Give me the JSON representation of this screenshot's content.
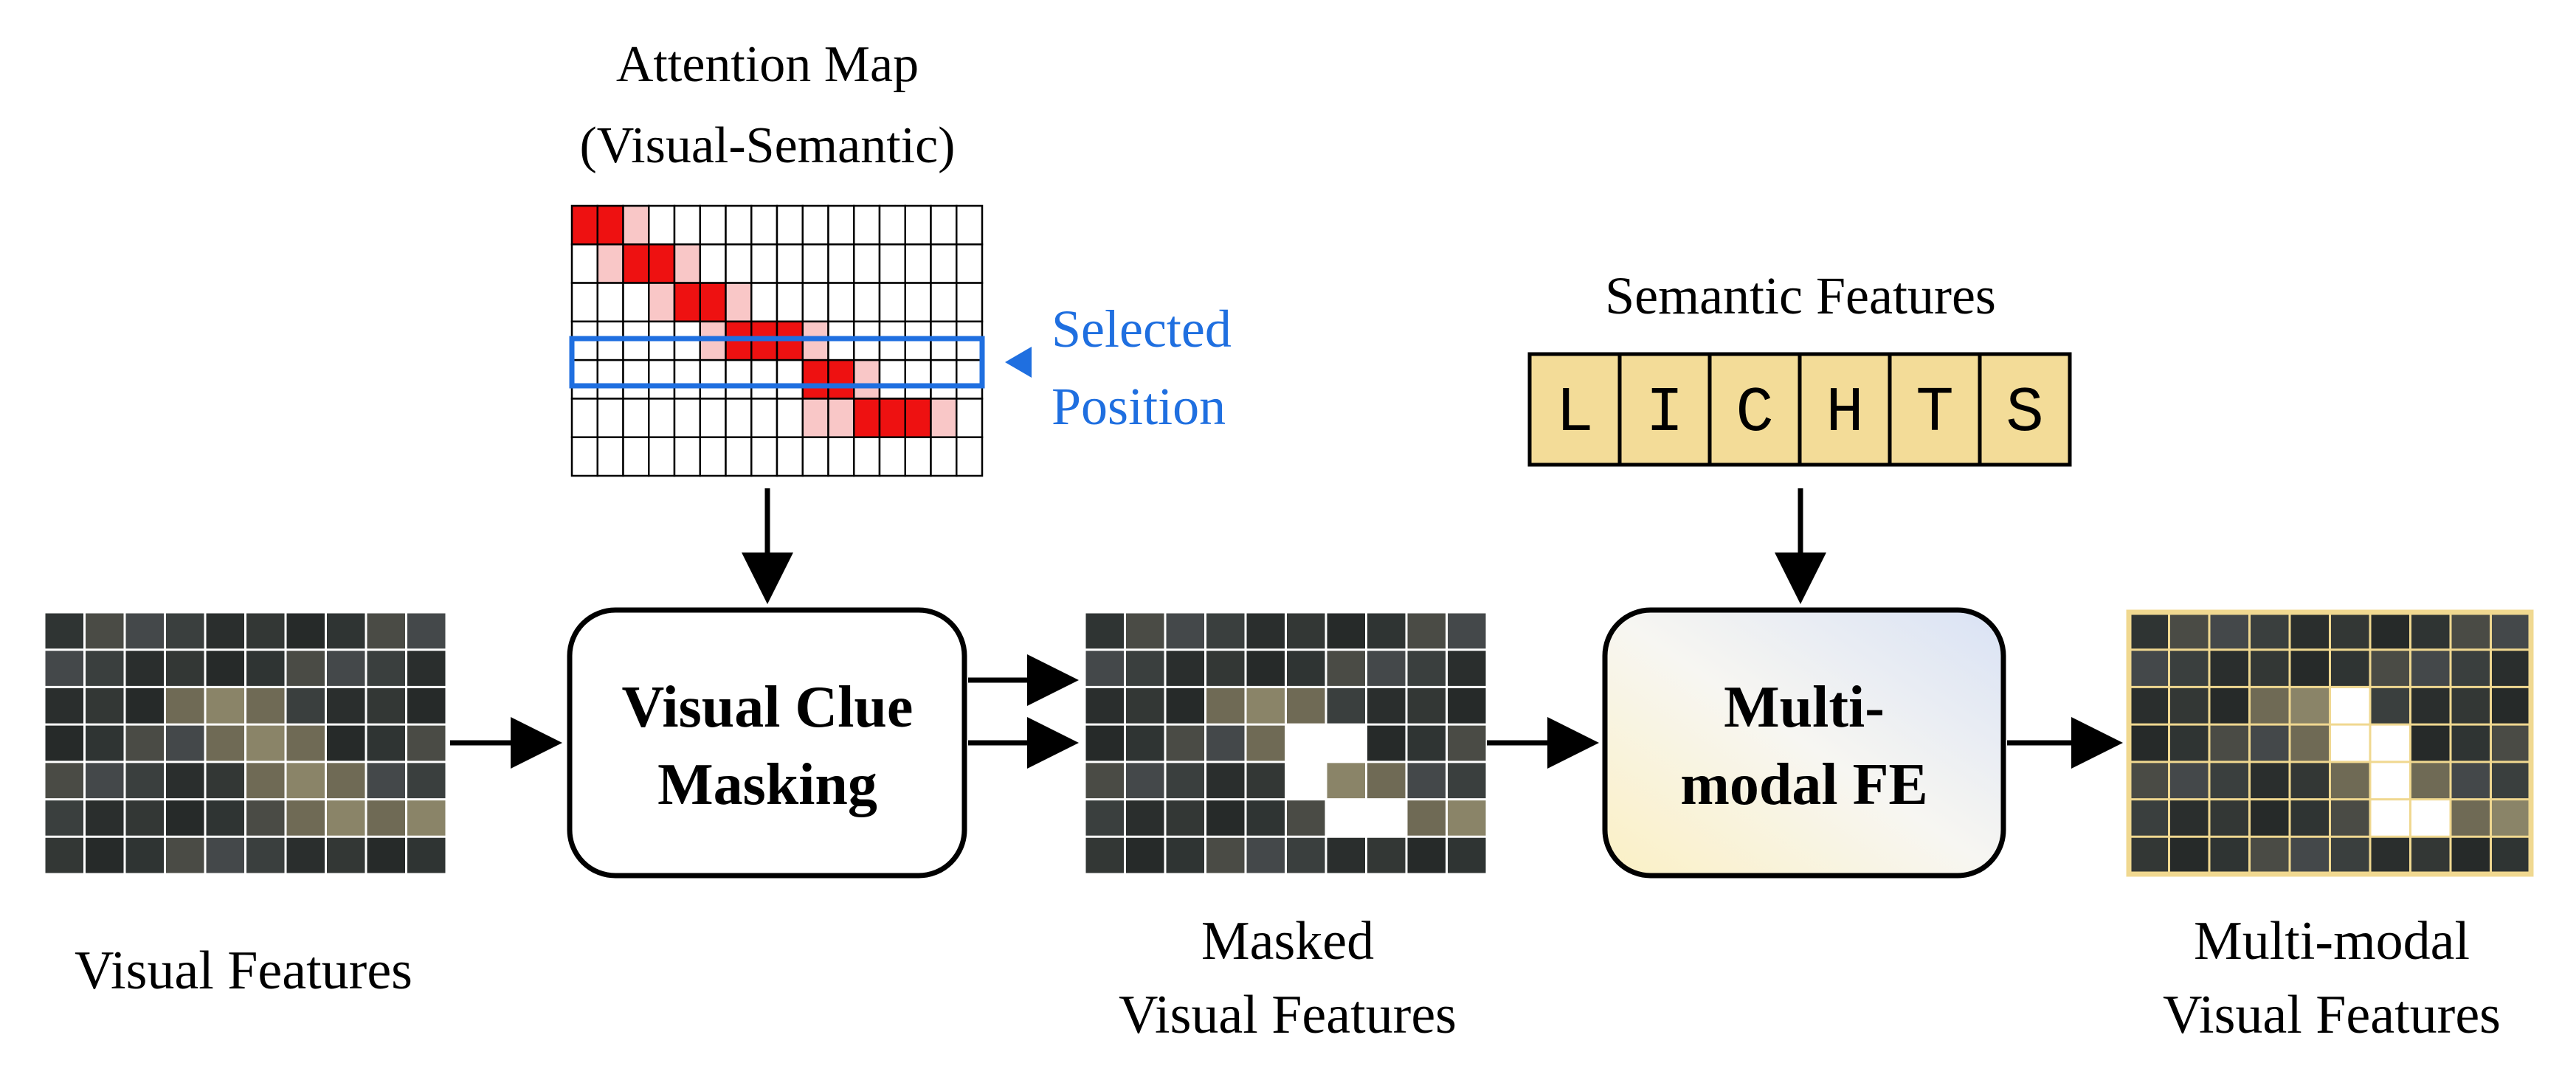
{
  "attention_map": {
    "title_line1": "Attention Map",
    "title_line2": "(Visual-Semantic)",
    "rows": 7,
    "cols": 16,
    "intensity": [
      [
        2,
        2,
        1,
        0,
        0,
        0,
        0,
        0,
        0,
        0,
        0,
        0,
        0,
        0,
        0,
        0
      ],
      [
        0,
        1,
        2,
        2,
        1,
        0,
        0,
        0,
        0,
        0,
        0,
        0,
        0,
        0,
        0,
        0
      ],
      [
        0,
        0,
        0,
        1,
        2,
        2,
        1,
        0,
        0,
        0,
        0,
        0,
        0,
        0,
        0,
        0
      ],
      [
        0,
        0,
        0,
        0,
        0,
        1,
        2,
        2,
        2,
        1,
        0,
        0,
        0,
        0,
        0,
        0
      ],
      [
        0,
        0,
        0,
        0,
        0,
        0,
        0,
        0,
        0,
        2,
        2,
        1,
        0,
        0,
        0,
        0
      ],
      [
        0,
        0,
        0,
        0,
        0,
        0,
        0,
        0,
        0,
        1,
        1,
        2,
        2,
        2,
        1,
        0
      ],
      [
        0,
        0,
        0,
        0,
        0,
        0,
        0,
        0,
        0,
        0,
        0,
        0,
        0,
        0,
        0,
        0
      ]
    ],
    "selected_row": 3,
    "selected_label_line1": "Selected",
    "selected_label_line2": "Position"
  },
  "semantic": {
    "title": "Semantic Features",
    "letters": [
      "L",
      "I",
      "C",
      "H",
      "T",
      "S"
    ]
  },
  "blocks": {
    "masking_line1": "Visual Clue",
    "masking_line2": "Masking",
    "fe_line1": "Multi-",
    "fe_line2": "modal FE"
  },
  "features": {
    "visual_label": "Visual Features",
    "masked_label_line1": "Masked",
    "masked_label_line2": "Visual Features",
    "mm_label_line1": "Multi-modal",
    "mm_label_line2": "Visual Features"
  },
  "colors": {
    "strong": "#ee1111",
    "medium": "#f46a6a",
    "weak": "#f9c7c7",
    "selected": "#1f6fe0",
    "token_fill": "#f3dc98",
    "mm_grid": "#f0d890"
  }
}
